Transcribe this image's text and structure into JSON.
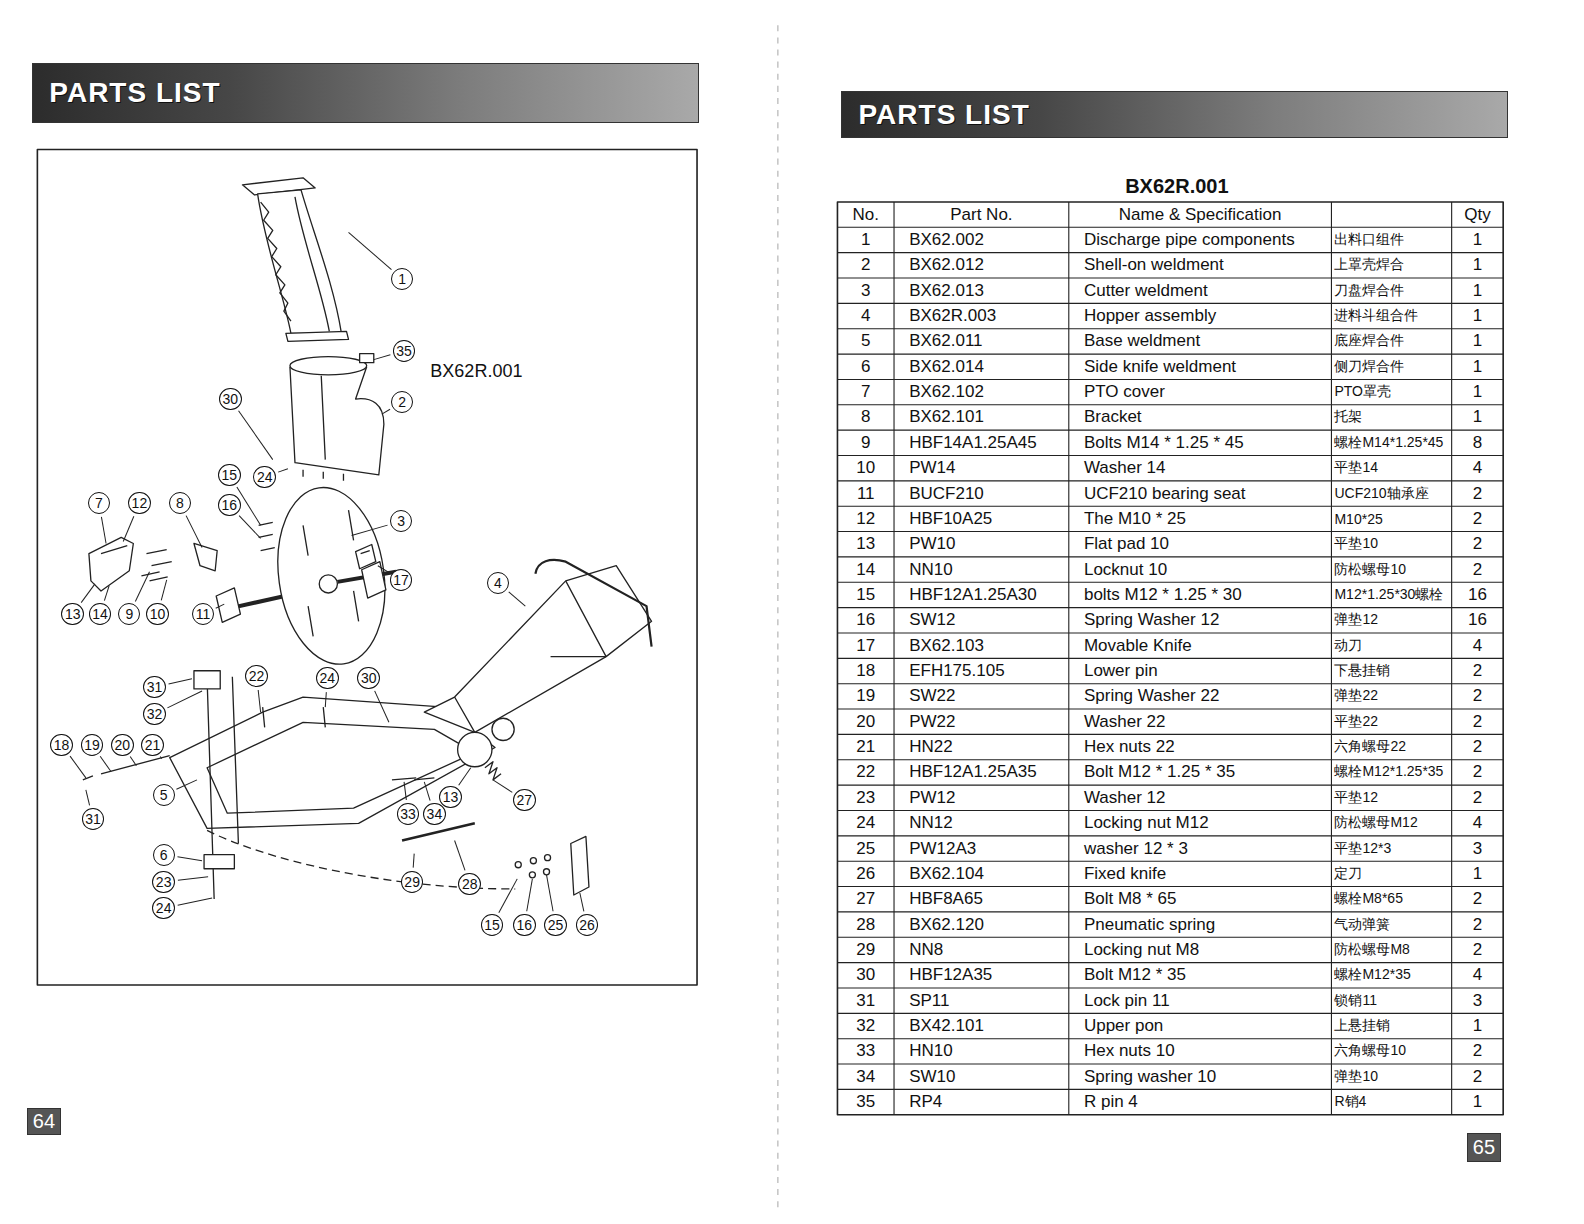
{
  "diagram": {
    "nodes": [
      {
        "text": [
          "PARTS LIST"
        ]
      },
      {
        "text": [
          "1"
        ]
      },
      {
        "text": [
          "35"
        ]
      },
      {
        "text": [
          "2"
        ]
      },
      {
        "text": [
          "30"
        ]
      },
      {
        "text": [
          "24"
        ]
      },
      {
        "text": [
          "15"
        ]
      },
      {
        "text": [
          "16"
        ]
      },
      {
        "text": [
          "3"
        ]
      },
      {
        "text": [
          "7"
        ]
      },
      {
        "text": [
          "12"
        ]
      },
      {
        "text": [
          "8"
        ]
      },
      {
        "text": [
          "17"
        ]
      },
      {
        "text": [
          "13"
        ]
      },
      {
        "text": [
          "14"
        ]
      },
      {
        "text": [
          "9"
        ]
      },
      {
        "text": [
          "10"
        ]
      },
      {
        "text": [
          "11"
        ]
      },
      {
        "text": [
          "4"
        ]
      },
      {
        "text": [
          "31"
        ]
      },
      {
        "text": [
          "32"
        ]
      },
      {
        "text": [
          "22"
        ]
      },
      {
        "text": [
          "24"
        ]
      },
      {
        "text": [
          "30"
        ]
      },
      {
        "text": [
          "18"
        ]
      },
      {
        "text": [
          "19"
        ]
      },
      {
        "text": [
          "20"
        ]
      },
      {
        "text": [
          "21"
        ]
      },
      {
        "text": [
          "5"
        ]
      },
      {
        "text": [
          "31"
        ]
      },
      {
        "text": [
          "6"
        ]
      },
      {
        "text": [
          "23"
        ]
      },
      {
        "text": [
          "24"
        ]
      },
      {
        "text": [
          "33"
        ]
      },
      {
        "text": [
          "34"
        ]
      },
      {
        "text": [
          "13"
        ]
      },
      {
        "text": [
          "27"
        ]
      },
      {
        "text": [
          "29"
        ]
      },
      {
        "text": [
          "28"
        ]
      },
      {
        "text": [
          "15"
        ]
      },
      {
        "text": [
          "16"
        ]
      },
      {
        "text": [
          "25"
        ]
      },
      {
        "text": [
          "26"
        ]
      },
      {
        "text": [
          "64"
        ]
      },
      {
        "text": [
          "PARTS LIST"
        ]
      },
      {
        "text": [
          "65"
        ]
      }
    ],
    "labels": [
      "BX62R.001",
      "BX62R.001",
      "No.",
      "Part No.",
      "Name & Specification",
      "Qty",
      "1",
      "BX62.002",
      "Discharge pipe components",
      "出料口组件",
      "1",
      "2",
      "BX62.012",
      "Shell-on weldment",
      "上罩壳焊合",
      "1",
      "3",
      "BX62.013",
      "Cutter weldment",
      "刀盘焊合件",
      "1",
      "4",
      "BX62R.003",
      "Hopper assembly",
      "进料斗组合件",
      "1",
      "5",
      "BX62.011",
      "Base weldment",
      "底座焊合件",
      "1",
      "6",
      "BX62.014",
      "Side knife weldment",
      "侧刀焊合件",
      "1",
      "7",
      "BX62.102",
      "PTO cover",
      "PTO罩壳",
      "1",
      "8",
      "BX62.101",
      "Bracket",
      "托架",
      "1",
      "9",
      "HBF14A1.25A45",
      "Bolts M14 * 1.25 * 45",
      "螺栓M14*1.25*45",
      "8",
      "10",
      "PW14",
      "Washer 14",
      "平垫14",
      "4",
      "11",
      "BUCF210",
      "UCF210 bearing seat",
      "UCF210轴承座",
      "2",
      "12",
      "HBF10A25",
      "The M10 * 25",
      "M10*25",
      "2",
      "13",
      "PW10",
      "Flat pad 10",
      "平垫10",
      "2",
      "14",
      "NN10",
      "Locknut 10",
      "防松螺母10",
      "2",
      "15",
      "HBF12A1.25A30",
      "bolts M12 * 1.25 * 30",
      "M12*1.25*30螺栓",
      "16",
      "16",
      "SW12",
      "Spring Washer 12",
      "弹垫12",
      "16",
      "17",
      "BX62.103",
      "Movable Knife",
      "动刀",
      "4",
      "18",
      "EFH175.105",
      "Lower pin",
      "下悬挂销",
      "2",
      "19",
      "SW22",
      "Spring Washer 22",
      "弹垫22",
      "2",
      "20",
      "PW22",
      "Washer 22",
      "平垫22",
      "2",
      "21",
      "HN22",
      "Hex nuts 22",
      "六角螺母22",
      "2",
      "22",
      "HBF12A1.25A35",
      "Bolt M12 * 1.25 * 35",
      "螺栓M12*1.25*35",
      "2",
      "23",
      "PW12",
      "Washer 12",
      "平垫12",
      "2",
      "24",
      "NN12",
      "Locking nut M12",
      "防松螺母M12",
      "4",
      "25",
      "PW12A3",
      "washer 12 * 3",
      "平垫12*3",
      "3",
      "26",
      "BX62.104",
      "Fixed knife",
      "定刀",
      "1",
      "27",
      "HBF8A65",
      "Bolt M8 * 65",
      "螺栓M8*65",
      "2",
      "28",
      "BX62.120",
      "Pneumatic spring",
      "气动弹簧",
      "2",
      "29",
      "NN8",
      "Locking nut M8",
      "防松螺母M8",
      "2",
      "30",
      "HBF12A35",
      "Bolt M12 * 35",
      "螺栓M12*35",
      "4",
      "31",
      "SP11",
      "Lock pin 11",
      "锁销11",
      "3",
      "32",
      "BX42.101",
      "Upper pon",
      "上悬挂销",
      "1",
      "33",
      "HN10",
      "Hex nuts 10",
      "六角螺母10",
      "2",
      "34",
      "SW10",
      "Spring washer 10",
      "弹垫10",
      "2",
      "35",
      "RP4",
      "R pin 4",
      "R销4",
      "1"
    ]
  }
}
